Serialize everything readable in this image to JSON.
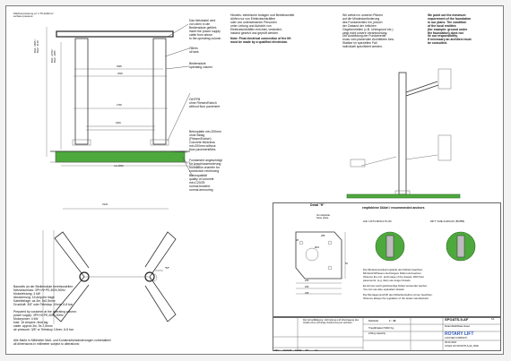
{
  "header": {
    "surface_pressure_label": "Flächenpressung   p= 1,75 daN/cm²\nsurface pressure",
    "de_warning": "Hinweis: elektrische Anlagen und Betriebsmittel\ndürfen nur von Elektrofachkräften\noder von unterwiesenen Personen\nunter Leitung und Aufsicht von\nElektrofachkräften errichtet, verändert,\ninstand gesetzt und geprüft werden.",
    "en_warning": "Note: Final electrical connection of the lift\nmust be made by a qualified electrician.",
    "de_foundation_note": "Wir weisen in unseren Plänen\nauf die Mindestanforderung\ndes Fundamentes hin, jedoch\nder Zustand der örtlichen\nGegebenheiten (z.B. Untergrund etc.)\nzeigt nicht unsere Verantwortung.\nDie Ausbildung der Fundamente\nmuss vom planenden Architekten bzw.\nStatiker im speziellen Fall\nindividuell spezifiziert werden.",
    "en_foundation_note": "We point out the minimum\nrequirement of the foundation\nin our plans. The condition\nof the local realities\n(for example: ground under\nthe foundation) does not\nlie our responsibility.\nIf necessary an architect must\nbe consulted."
  },
  "front_view": {
    "left_annotation": "BH1: 3865 / BH2: 4170",
    "inner_annotation": "BH1: 3760 / BH2: 4065",
    "dims": {
      "width_total": "3595",
      "width_inner": "2500",
      "width_lower": "2700",
      "width_bottom": "2036",
      "floor_width": "min.3600"
    },
    "callouts": [
      "Das Netzkabel wird\nvon oben in die\nBediensäule geführt.\ninsert the power supply\ncable from above\nto the operating column",
      "Ölleim\noil tank",
      "Bediensäule\noperating column",
      "OK/FFB\nohne Fliesen/Estrich\nwithout floor pavement",
      "Betonplatte min.200mm\nohne Belag\n(Fliesen/Estrich)\nConcrete thickness\nmin.200mm without\nfloor pavement/tiles",
      "Fundament angeschrägt\nfür Anschlussermierung\nfoundation chamfer for\nconnection reinforcing",
      "Betonqualität\nquality of concrete\nmin.C20/25\nnormal bewehrt\nnormal armouring"
    ]
  },
  "plan_view": {
    "top_dim": "3121",
    "detail_label": "\"H\""
  },
  "customer_requirements": {
    "de_title": "Bauseits an der Bediensäule bereitzustellen:",
    "de_lines": [
      "Netzanschluss: 3PH N+PE,400V,50Hz",
      "Motorleistung: 4 kW",
      "Absicherung: 16 Ampere träge",
      "Kabelbelage: ca.3m, 5x2,5mm²",
      "Druckluft: 3/8\" oder Teleskop 10mm, 6-8 bar"
    ],
    "en_title": "Prepared by customer at the operating column:",
    "en_lines": [
      "power supply: 3PH N+PE,400V,50Hz",
      "Motorpower: 4 kW",
      "fuse: 16 Ampere, time lag",
      "cable: approx.3m, 5x 2,5mm²",
      "air pressure: 3/8\" or Teleskop 10mm, 6-8 bar"
    ],
    "footer_de": "Alle Maße in Millimeter     Maß- und Konstruktionsänderungen vorbehalten!",
    "footer_en": "all dimensions in millimeter     subject to alterations!"
  },
  "detail": {
    "title": "Detail \"H\"",
    "base_plate_label": "Grundplatte\nbase plate",
    "dims": [
      "285",
      "28",
      "Ø24",
      "265",
      "290",
      "335",
      "50"
    ]
  },
  "anchors": {
    "title_de": "empfohlene Dübel / recommended anchors",
    "left_label": "Hilti: HST3-M20x170-/30",
    "right_label": "MKT: VME-4120A/16 (BV/BB)",
    "notes": [
      "Die Mindestverankerungstiefe des Dübels beachten.",
      "Mit Estrich/Fliesen sind längere Dübel einzusetzen.",
      "Observe the min. anchorage of the dowels. With floor",
      "pavements, (e.g. tiles) use longer dowels.",
      "Es können auch gleichwertige Dübel verwendet werden.",
      "You can use also equivalent dowels.",
      "Die Montagevorschrift des Dübelherstellers immer beachten.",
      "Observe always the regulation of the dowel manufacturer."
    ]
  },
  "title_block": {
    "model": "SPOATS-5-AF",
    "sheet_type": "Datenblatt/Data sheet",
    "brand": "ROTARY LIFT",
    "brand_sub": "A DOVER COMPANY",
    "capacity_de": "Tragfähigkeit 5000 Kg",
    "capacity_en": "Lifting capacity",
    "scale_label": "Maßstab",
    "scale": "1 : 40",
    "date": "06.03.2018",
    "doc_no": "0-Platt\\ 04\\ SPOATS\\ 5-AF_5600",
    "sheet": "1/1",
    "rev_columns": [
      "REV",
      "DATUM",
      "NAME",
      "BY",
      "Art"
    ],
    "legal_text": "Die Vervielfältigung, Verbreitung und Übertragung des Inhalts ohne vorherige Zustimmung ist verboten."
  },
  "colors": {
    "foundation_green": "#4ea93d",
    "title_blue": "#2f57b6"
  }
}
